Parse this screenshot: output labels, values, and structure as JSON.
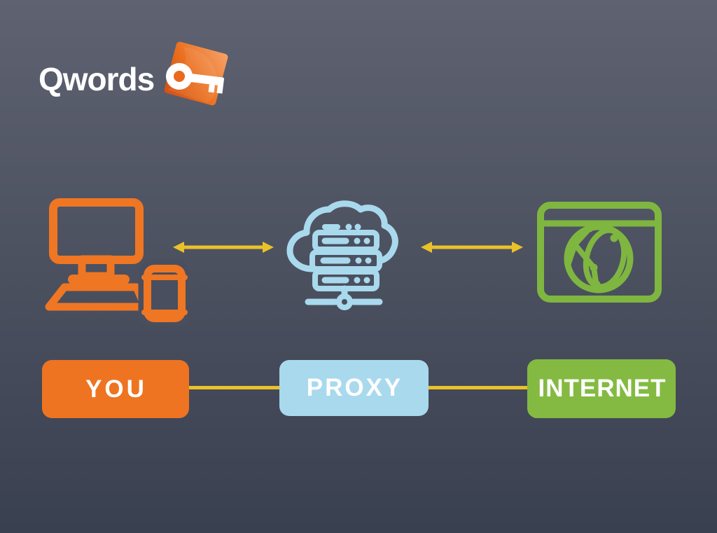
{
  "brand": {
    "name": "Qwords",
    "logo_icon": "key-icon"
  },
  "colors": {
    "background_top": "#5E6271",
    "background_bottom": "#394050",
    "orange": "#EE7421",
    "light_blue": "#A9D9ED",
    "green": "#84BA42",
    "arrow_yellow": "#EAC128",
    "text_white": "#FFFFFF",
    "logo_orange_light": "#F7A269",
    "logo_orange_dark": "#D14F14"
  },
  "diagram": {
    "nodes": [
      {
        "id": "you",
        "label": "YOU",
        "icon": "desktop-and-phone-icon",
        "color": "#EE7421"
      },
      {
        "id": "proxy",
        "label": "PROXY",
        "icon": "cloud-server-icon",
        "color": "#A9D9ED"
      },
      {
        "id": "internet",
        "label": "INTERNET",
        "icon": "browser-globe-icon",
        "color": "#84BA42"
      }
    ],
    "connections": [
      {
        "from": "YOU",
        "to": "PROXY",
        "style": "double-headed-arrow",
        "color": "#EAC128"
      },
      {
        "from": "PROXY",
        "to": "INTERNET",
        "style": "double-headed-arrow",
        "color": "#EAC128"
      }
    ],
    "label_connector": {
      "style": "line",
      "color": "#EAC128"
    }
  }
}
